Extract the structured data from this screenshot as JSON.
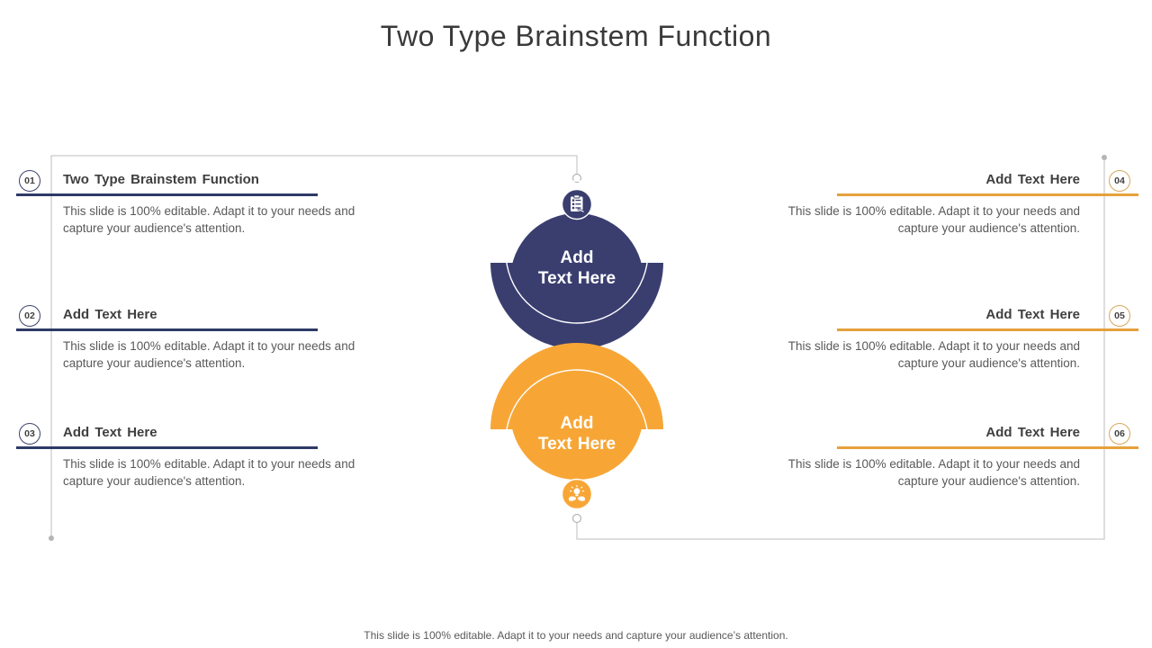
{
  "title": "Two Type Brainstem Function",
  "footer": "This slide is 100% editable. Adapt it to your needs and capture your audience’s attention.",
  "center": {
    "top_circle": {
      "line1": "Add",
      "line2": "Text Here",
      "icon": "clipboard-checklist-icon"
    },
    "bottom_circle": {
      "line1": "Add",
      "line2": "Text Here",
      "icon": "hands-idea-icon"
    }
  },
  "items": [
    {
      "number": "01",
      "heading": "Two Type Brainstem Function",
      "body_line1": "This slide is 100% editable. Adapt it to your needs and",
      "body_line2": "capture your audience's attention."
    },
    {
      "number": "02",
      "heading": "Add Text Here",
      "body_line1": "This slide is 100% editable. Adapt it to your needs and",
      "body_line2": "capture your audience's attention."
    },
    {
      "number": "03",
      "heading": "Add Text Here",
      "body_line1": "This slide is 100% editable. Adapt it to your needs and",
      "body_line2": "capture your audience's attention."
    },
    {
      "number": "04",
      "heading": "Add Text Here",
      "body_line1": "This slide is 100% editable. Adapt it to your needs and",
      "body_line2": "capture your audience's attention."
    },
    {
      "number": "05",
      "heading": "Add Text Here",
      "body_line1": "This slide is 100% editable. Adapt it to your needs and",
      "body_line2": "capture your audience's attention."
    },
    {
      "number": "06",
      "heading": "Add Text Here",
      "body_line1": "This slide is 100% editable. Adapt it to your needs and",
      "body_line2": "capture your audience's attention."
    }
  ],
  "colors": {
    "navy": "#3a3e6f",
    "navy_rule": "#2e3a66",
    "orange": "#f7a636",
    "orange_rule": "#e5a13d",
    "heading_text": "#3f3f3f",
    "body_text": "#595959",
    "connector": "#c9c9c9"
  }
}
